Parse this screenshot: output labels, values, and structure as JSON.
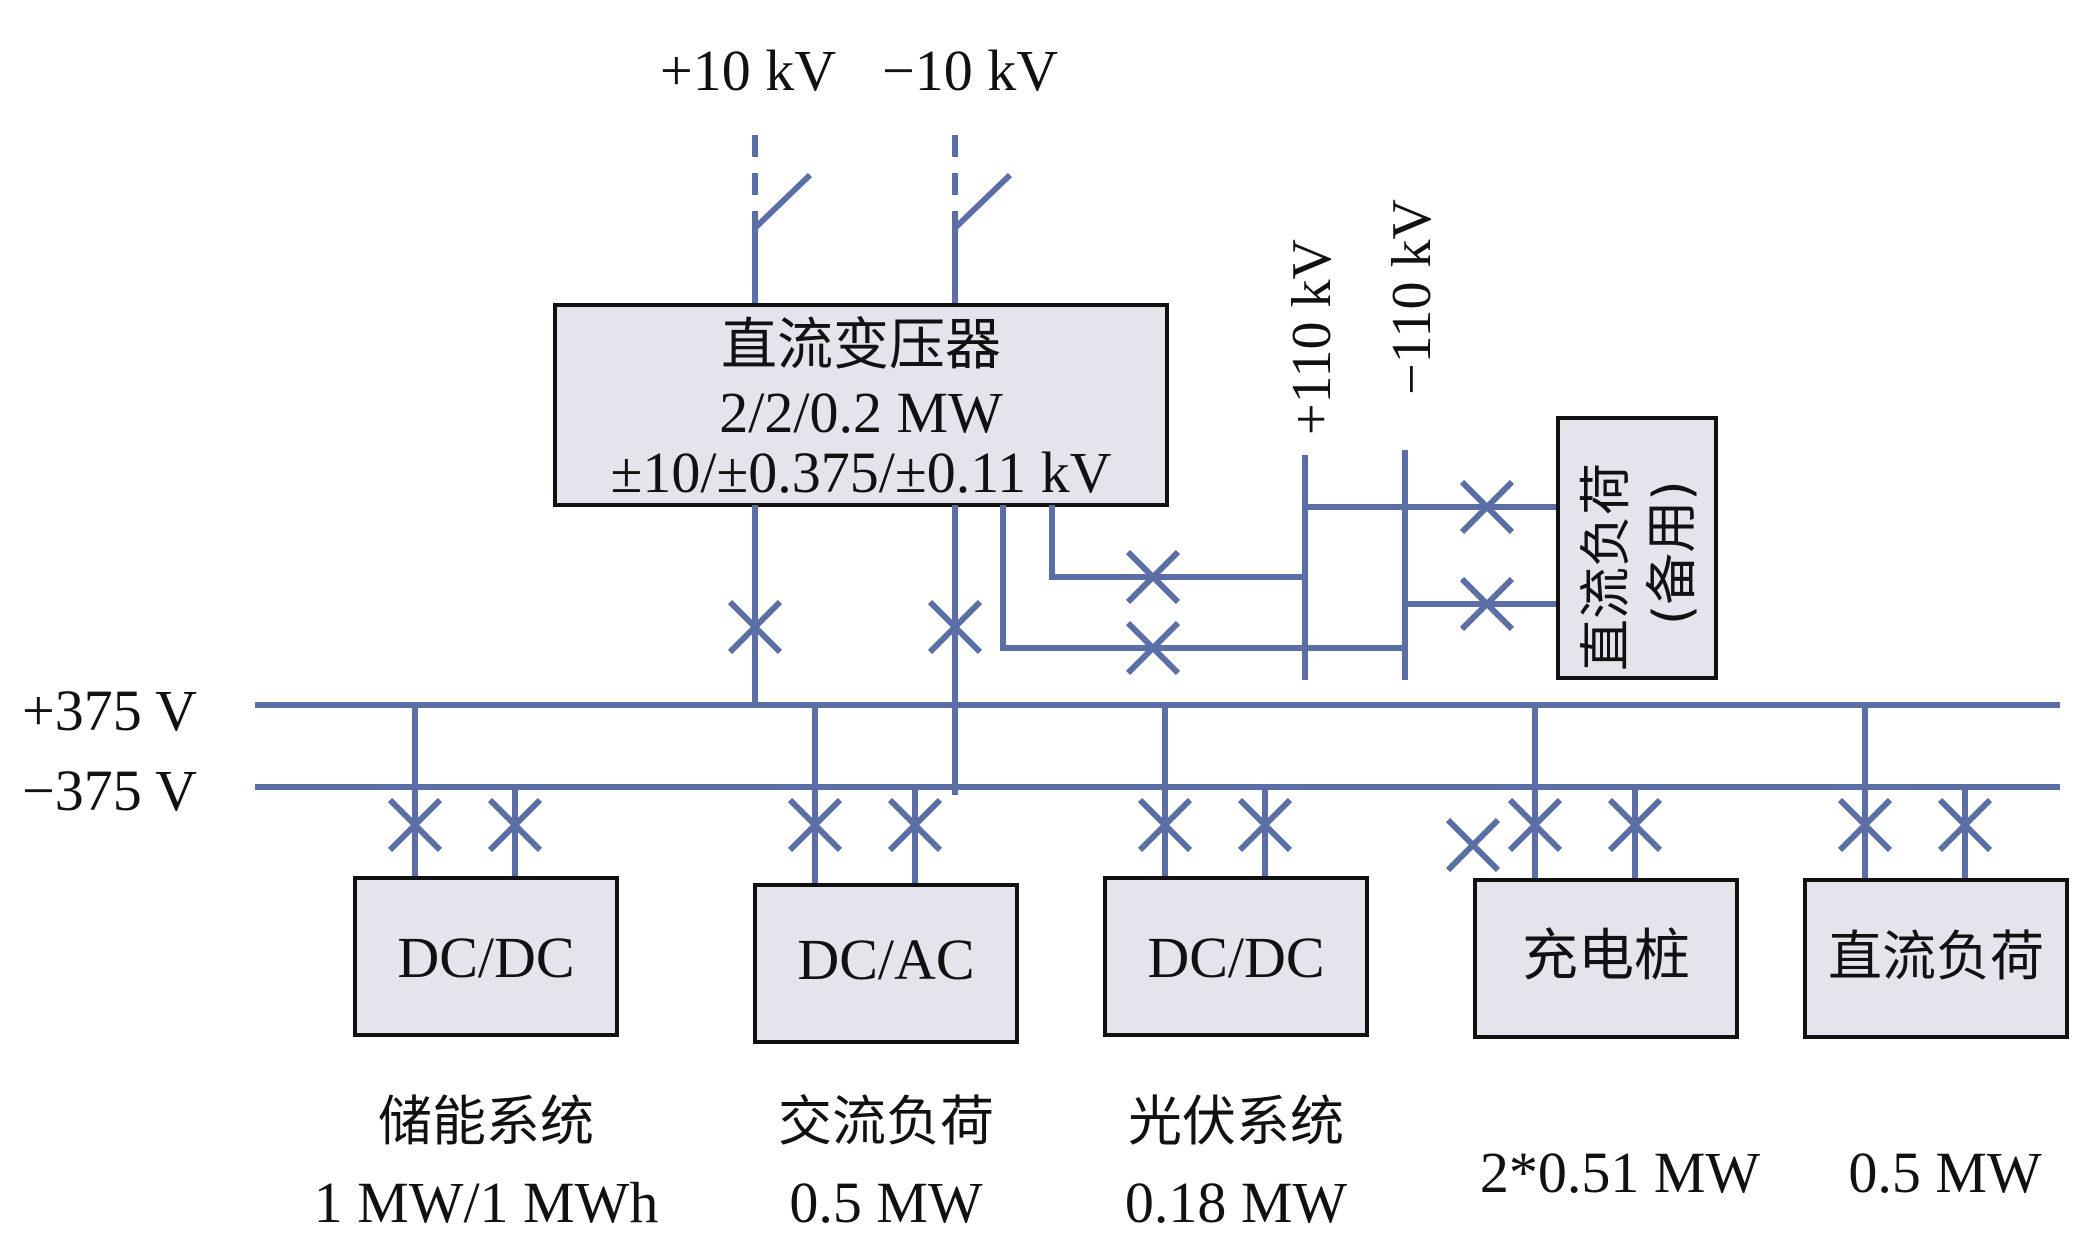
{
  "colors": {
    "line": "#5b6fa6",
    "box_fill": "#e4e4ec",
    "text": "#111111"
  },
  "sources": {
    "pos_10kv": "+10 kV",
    "neg_10kv": "−10 kV"
  },
  "transformer": {
    "name": "直流变压器",
    "power": "2/2/0.2 MW",
    "voltage": "±10/±0.375/±0.11 kV"
  },
  "dc110": {
    "pos": "+110 kV",
    "neg": "−110 kV",
    "load_line1": "直流负荷",
    "load_line2": "(备用)"
  },
  "bus": {
    "pos": "+375 V",
    "neg": "−375 V"
  },
  "converters": [
    {
      "box": "DC/DC",
      "caption1": "储能系统",
      "caption2": "1 MW/1 MWh"
    },
    {
      "box": "DC/AC",
      "caption1": "交流负荷",
      "caption2": "0.5 MW"
    },
    {
      "box": "DC/DC",
      "caption1": "光伏系统",
      "caption2": "0.18 MW"
    },
    {
      "box": "充电桩",
      "caption1": "",
      "caption2": "2*0.51 MW"
    },
    {
      "box": "直流负荷",
      "caption1": "",
      "caption2": "0.5 MW"
    }
  ]
}
